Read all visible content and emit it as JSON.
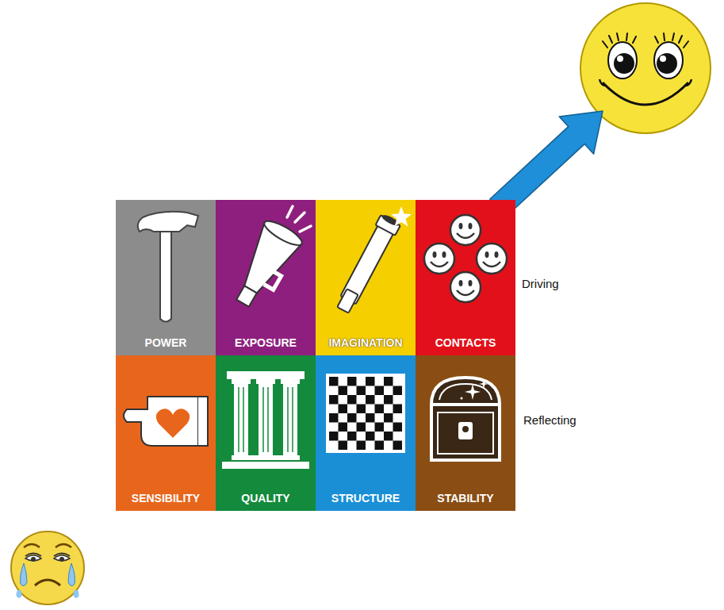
{
  "diagram": {
    "nodes": [
      {
        "text": [
          "POWER"
        ]
      },
      {
        "text": [
          "EXPOSURE"
        ]
      },
      {
        "text": [
          "IMAGINATION"
        ]
      },
      {
        "text": [
          "CONTACTS"
        ]
      },
      {
        "text": [
          "SENSIBILITY"
        ]
      },
      {
        "text": [
          "QUALITY"
        ]
      },
      {
        "text": [
          "STRUCTURE"
        ]
      },
      {
        "text": [
          "STABILITY"
        ]
      }
    ],
    "labels": [
      "Driving",
      "Reflecting"
    ]
  }
}
